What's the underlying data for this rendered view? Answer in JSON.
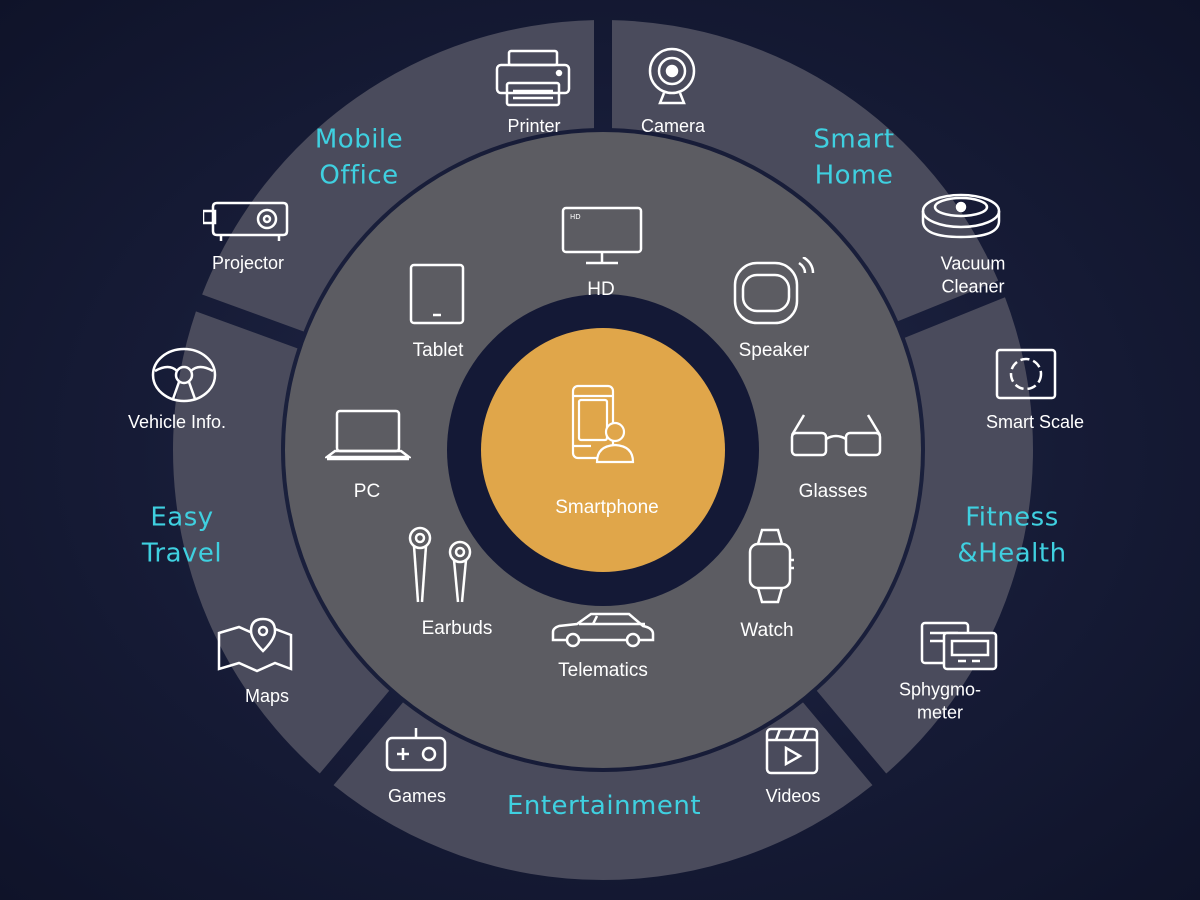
{
  "center": {
    "label": "Smartphone",
    "icon": "smartphone-user-icon",
    "color": "#e0a64a"
  },
  "colors": {
    "outer_ring": "#4a4b5c",
    "inner_ring": "#5a5a60",
    "background": "#161b36",
    "category_text": "#3fd0e0",
    "center": "#e0a64a"
  },
  "inner_devices": [
    {
      "label": "HD",
      "icon": "monitor-icon"
    },
    {
      "label": "Speaker",
      "icon": "smart-speaker-icon"
    },
    {
      "label": "Glasses",
      "icon": "glasses-icon"
    },
    {
      "label": "Watch",
      "icon": "watch-icon"
    },
    {
      "label": "Telematics",
      "icon": "car-icon"
    },
    {
      "label": "Earbuds",
      "icon": "earbuds-icon"
    },
    {
      "label": "PC",
      "icon": "laptop-icon"
    },
    {
      "label": "Tablet",
      "icon": "tablet-icon"
    }
  ],
  "categories": [
    {
      "name_line1": "Mobile",
      "name_line2": "Office",
      "items": [
        {
          "label": "Printer",
          "icon": "printer-icon"
        },
        {
          "label": "Projector",
          "icon": "projector-icon"
        }
      ]
    },
    {
      "name_line1": "Smart",
      "name_line2": "Home",
      "items": [
        {
          "label": "Camera",
          "icon": "webcam-icon"
        },
        {
          "label_line1": "Vacuum",
          "label_line2": "Cleaner",
          "icon": "robot-vacuum-icon"
        }
      ]
    },
    {
      "name_line1": "Fitness",
      "name_line2": "&Health",
      "items": [
        {
          "label": "Smart Scale",
          "icon": "smart-scale-icon"
        },
        {
          "label_line1": "Sphygmo-",
          "label_line2": "meter",
          "icon": "blood-pressure-monitor-icon"
        }
      ]
    },
    {
      "name_line1": "Entertainment",
      "name_line2": "",
      "items": [
        {
          "label": "Games",
          "icon": "gamepad-icon"
        },
        {
          "label": "Videos",
          "icon": "video-player-icon"
        }
      ]
    },
    {
      "name_line1": "Easy",
      "name_line2": "Travel",
      "items": [
        {
          "label": "Vehicle Info.",
          "icon": "steering-wheel-icon"
        },
        {
          "label": "Maps",
          "icon": "map-pin-icon"
        }
      ]
    }
  ]
}
